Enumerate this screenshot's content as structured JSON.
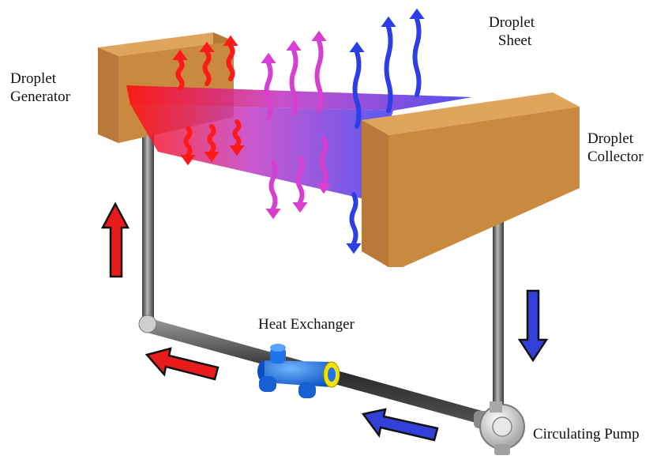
{
  "labels": {
    "droplet_sheet": [
      "Droplet",
      "Sheet"
    ],
    "droplet_generator": [
      "Droplet",
      "Generator"
    ],
    "droplet_collector": [
      "Droplet",
      "Collector"
    ],
    "heat_exchanger": "Heat Exchanger",
    "circulating_pump": "Circulating Pump"
  },
  "colors": {
    "hot": "#ff1a1a",
    "warm": "#d63fd0",
    "cold": "#2c3ee6",
    "block_front": "#c9893f",
    "block_top": "#e0a55c",
    "pipe": "#4a4a4a",
    "heat_exchanger": "#1e73e8",
    "heat_exchanger_ring": "#f2e200"
  },
  "icons": {
    "heat_wave": "wavy-arrow-icon",
    "flow_arrow": "arrow-icon",
    "pump": "centrifugal-pump-icon"
  }
}
